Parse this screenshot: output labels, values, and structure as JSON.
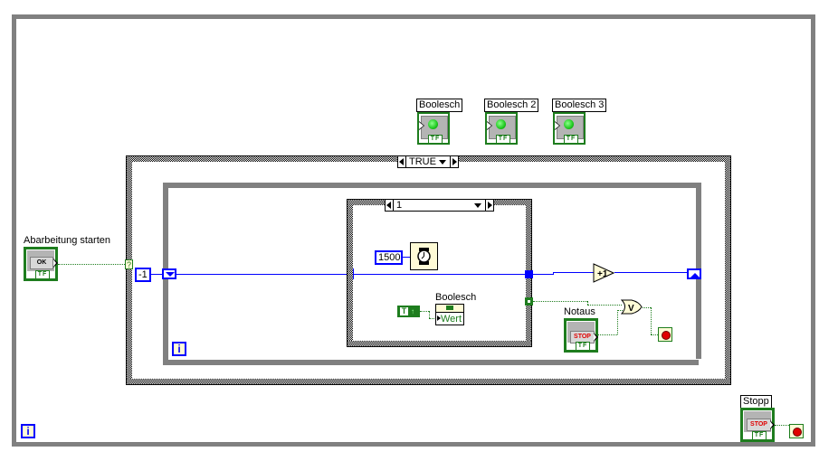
{
  "diagram": {
    "outer_loop": {
      "type": "while-loop",
      "iteration_label": "i"
    },
    "case_structure": {
      "selector_value": "TRUE"
    },
    "inner_loop": {
      "type": "while-loop",
      "iteration_label": "i"
    },
    "inner_case": {
      "selector_value": "1"
    },
    "indicators": [
      {
        "label": "Boolesch",
        "type": "boolean-led",
        "color": "#1ec81e"
      },
      {
        "label": "Boolesch 2",
        "type": "boolean-led",
        "color": "#1ec81e"
      },
      {
        "label": "Boolesch 3",
        "type": "boolean-led",
        "color": "#1ec81e"
      }
    ],
    "controls": {
      "start": {
        "label": "Abarbeitung starten",
        "button_text": "OK",
        "tf": "TF"
      },
      "notaus": {
        "label": "Notaus",
        "button_text": "STOP",
        "tf": "TF"
      },
      "stopp": {
        "label": "Stopp",
        "button_text": "STOP",
        "tf": "TF"
      }
    },
    "constants": {
      "shift_init": "-1",
      "wait_ms": "1500",
      "bool_true": "T"
    },
    "property_node": {
      "label": "Boolesch",
      "property": "Wert"
    },
    "increment": "+1",
    "or_gate": "V",
    "case_tunnel_label": "?",
    "colors": {
      "loop_frame": "#808080",
      "boolean_wire": "#1e7d1e",
      "numeric_wire": "#0000ff",
      "stop_red": "#e00000"
    }
  }
}
